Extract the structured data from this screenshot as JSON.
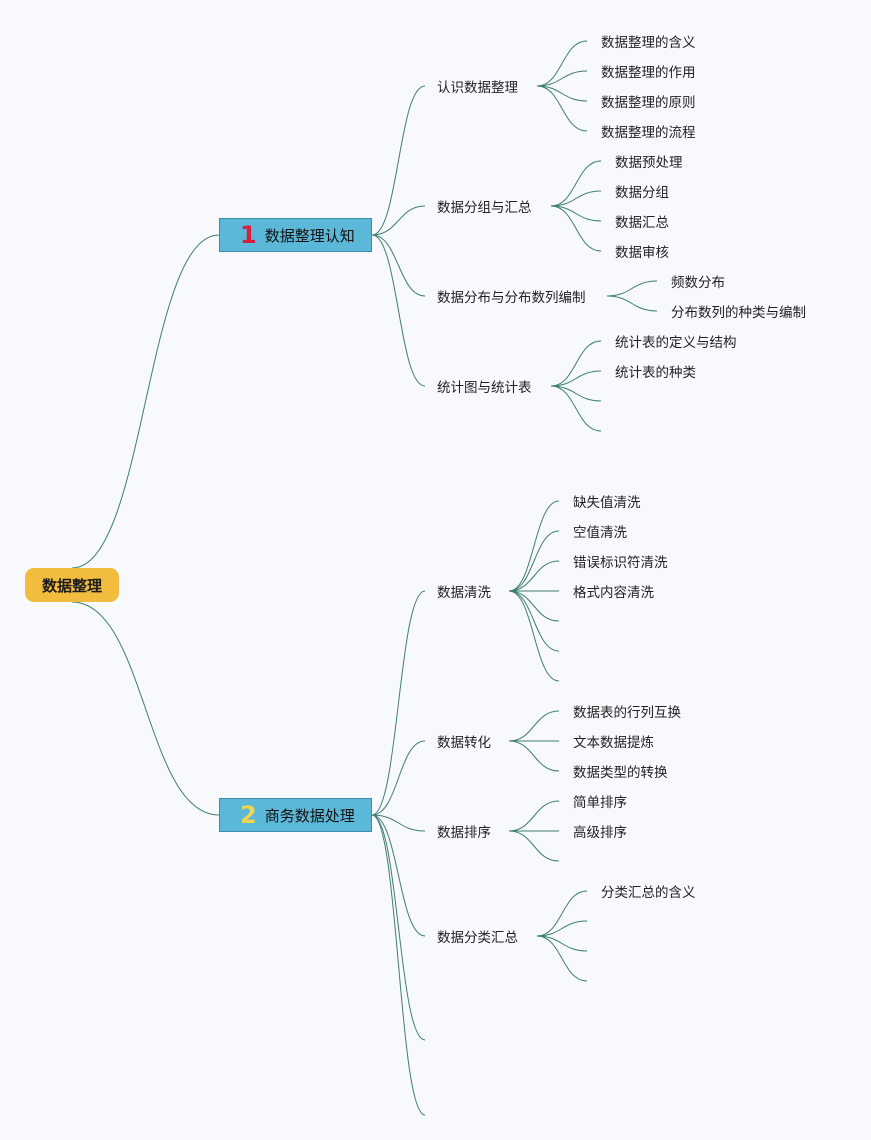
{
  "root": {
    "label": "数据整理",
    "color": "#f2bd3e"
  },
  "line_color": "#3f7f6f",
  "topics": [
    {
      "number": "1",
      "label": "数据整理认知",
      "children": [
        {
          "label": "认识数据整理",
          "children": [
            "数据整理的含义",
            "数据整理的作用",
            "数据整理的原则",
            "数据整理的流程"
          ]
        },
        {
          "label": "数据分组与汇总",
          "children": [
            "数据预处理",
            "数据分组",
            "数据汇总",
            "数据审核"
          ]
        },
        {
          "label": "数据分布与分布数列编制",
          "children": [
            "频数分布",
            "分布数列的种类与编制"
          ]
        },
        {
          "label": "统计图与统计表",
          "children": [
            "统计表的定义与结构",
            "统计表的种类",
            "",
            ""
          ]
        }
      ]
    },
    {
      "number": "2",
      "label": "商务数据处理",
      "children": [
        {
          "label": "数据清洗",
          "children": [
            "缺失值清洗",
            "空值清洗",
            "错误标识符清洗",
            "格式内容清洗",
            "",
            "",
            ""
          ]
        },
        {
          "label": "数据转化",
          "children": [
            "数据表的行列互换",
            "文本数据提炼",
            "数据类型的转换"
          ]
        },
        {
          "label": "数据排序",
          "children": [
            "简单排序",
            "高级排序",
            ""
          ]
        },
        {
          "label": "数据分类汇总",
          "children": [
            "分类汇总的含义",
            "",
            "",
            ""
          ]
        },
        {
          "label": "",
          "children": []
        },
        {
          "label": "",
          "children": []
        }
      ]
    }
  ]
}
